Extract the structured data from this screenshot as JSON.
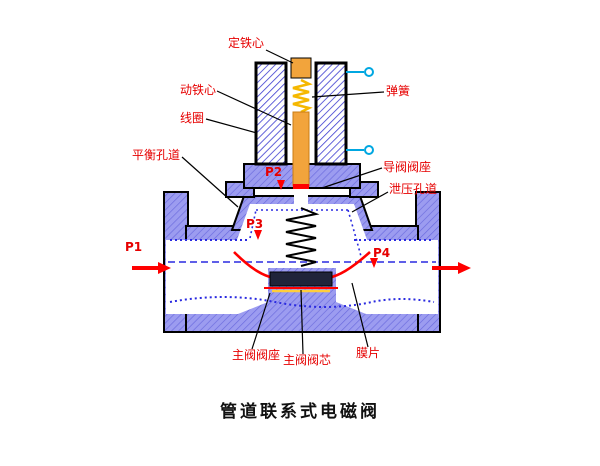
{
  "title": "管道联系式电磁阀",
  "labels": {
    "fixed_core": "定铁心",
    "moving_core": "动铁心",
    "coil": "线圈",
    "balance_channel": "平衡孔道",
    "spring": "弹簧",
    "pilot_valve_seat": "导阀阀座",
    "pressure_relief_channel": "泄压孔道",
    "main_valve_seat": "主阀阀座",
    "main_valve_core": "主阀阀芯",
    "diaphragm": "膜片",
    "p1": "P1",
    "p2": "P2",
    "p3": "P3",
    "p4": "P4"
  },
  "colors": {
    "body": "#9c9cf0",
    "body_hatch": "#6a6ade",
    "coil_hatch": "#3b3bd0",
    "plunger": "#f2a43c",
    "plunger_edge": "#c97d14",
    "spring_top": "#f5b800",
    "label_red": "#e60000",
    "flow_blue": "#2a2ae0",
    "arrow_red": "#ff0000",
    "terminal": "#00a7e1",
    "core_dark": "#20243a",
    "seat_yellow": "#ffce3c"
  }
}
